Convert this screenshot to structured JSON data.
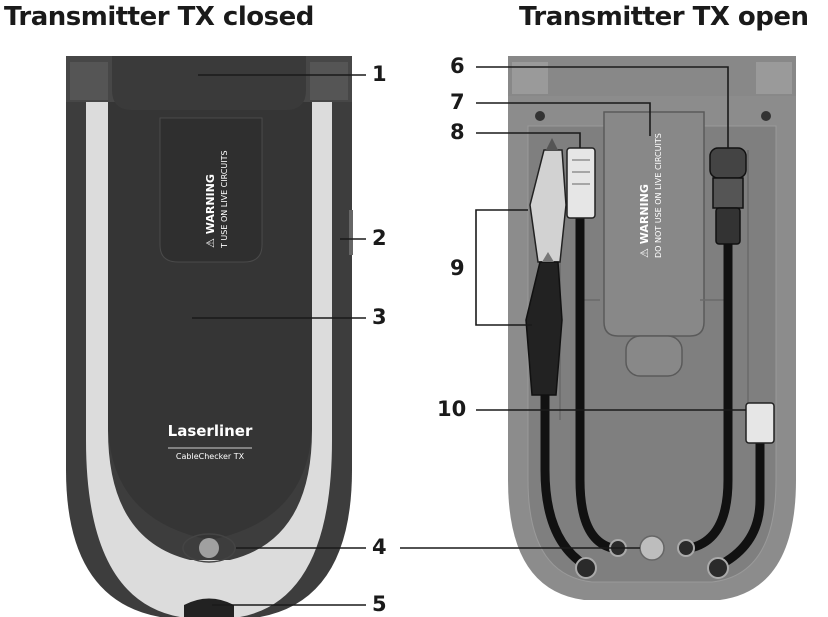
{
  "titles": {
    "closed": "Transmitter TX closed",
    "open": "Transmitter TX open"
  },
  "device": {
    "brand": "Laserliner",
    "model": "CableChecker TX",
    "warning_title_closed": "⚠ WARNING",
    "warning_text_closed": "T USE ON LIVE CIRCUITS",
    "warning_title_open": "⚠ WARNING",
    "warning_text_open": "DO NOT USE ON LIVE CIRCUITS"
  },
  "callouts": {
    "c1": "1",
    "c2": "2",
    "c3": "3",
    "c4": "4",
    "c5": "5",
    "c6": "6",
    "c7": "7",
    "c8": "8",
    "c9": "9",
    "c10": "10"
  },
  "colors": {
    "body_dark": "#3d3d3d",
    "body_mid": "#6e6e6e",
    "grip_light": "#dcdcdc",
    "open_body": "#8c8c8c",
    "cable": "#111111",
    "text": "#1a1a1a"
  }
}
